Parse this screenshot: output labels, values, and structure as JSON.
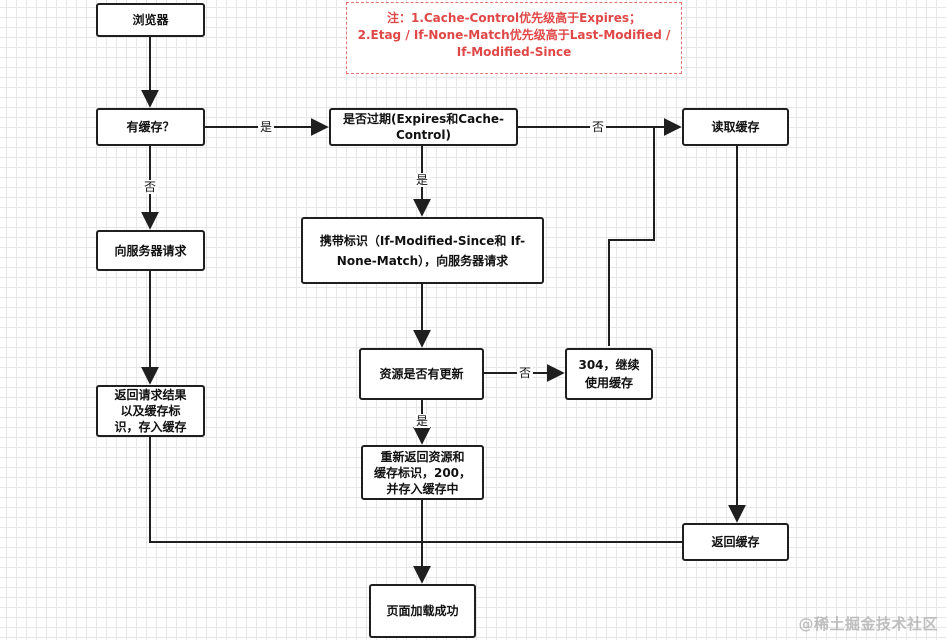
{
  "note": {
    "text": "注：1.Cache-Control优先级高于Expires；\n2.Etag / If-None-Match优先级高于Last-Modified / If-Modified-Since"
  },
  "nodes": {
    "browser": "浏览器",
    "has_cache": "有缓存？",
    "request_server": "向服务器请求",
    "return_result": "返回请求结果\n以及缓存标\n识，存入缓存",
    "expired_check": "是否过期(Expires和Cache-\nControl)",
    "carry_tag": "携带标识（If-Modified-Since和 If-\nNone-Match），向服务器请求",
    "resource_updated": "资源是否有更新",
    "use_cache_304": "304，继续\n使用缓存",
    "new_resource": "重新返回资源和\n缓存标识，200，\n并存入缓存中",
    "read_cache": "读取缓存",
    "return_cache": "返回缓存",
    "page_loaded": "页面加载成功"
  },
  "edge_labels": {
    "has_cache_yes": "是",
    "has_cache_no": "否",
    "expired_no": "否",
    "expired_yes": "是",
    "updated_no": "否",
    "updated_yes": "是"
  },
  "watermark": "@稀土掘金技术社区"
}
